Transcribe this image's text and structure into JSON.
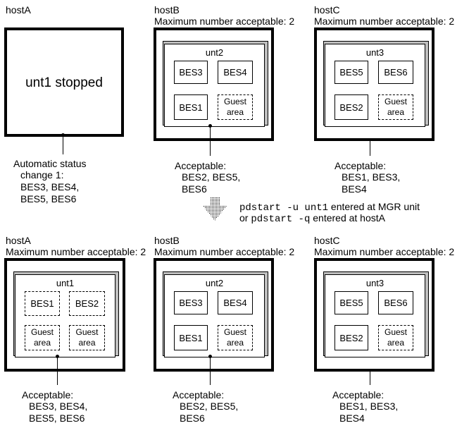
{
  "top": {
    "hostA": {
      "name": "hostA",
      "status_text": "unt1 stopped",
      "note_lines": [
        "Automatic status",
        "change 1:",
        "BES3, BES4,",
        "BES5, BES6"
      ]
    },
    "hostB": {
      "name": "hostB",
      "max_label": "Maximum number acceptable: 2",
      "unit": "unt2",
      "bes": [
        "BES3",
        "BES4",
        "BES1"
      ],
      "guest": [
        "Guest",
        "area"
      ],
      "acceptable_lines": [
        "Acceptable:",
        "BES2, BES5,",
        "BES6"
      ]
    },
    "hostC": {
      "name": "hostC",
      "max_label": "Maximum number acceptable: 2",
      "unit": "unt3",
      "bes": [
        "BES5",
        "BES6",
        "BES2"
      ],
      "guest": [
        "Guest",
        "area"
      ],
      "acceptable_lines": [
        "Acceptable:",
        "BES1, BES3,",
        "BES4"
      ]
    }
  },
  "command": {
    "cmd1": "pdstart -u unt1",
    "text1": " entered at MGR unit",
    "prefix2": "or ",
    "cmd2": "pdstart -q",
    "text2": " entered at hostA"
  },
  "bottom": {
    "hostA": {
      "name": "hostA",
      "max_label": "Maximum number acceptable: 2",
      "unit": "unt1",
      "bes": [
        "BES1",
        "BES2"
      ],
      "guest": [
        "Guest",
        "area"
      ],
      "acceptable_lines": [
        "Acceptable:",
        "BES3, BES4,",
        "BES5, BES6"
      ]
    },
    "hostB": {
      "name": "hostB",
      "max_label": "Maximum number acceptable: 2",
      "unit": "unt2",
      "bes": [
        "BES3",
        "BES4",
        "BES1"
      ],
      "guest": [
        "Guest",
        "area"
      ],
      "acceptable_lines": [
        "Acceptable:",
        "BES2, BES5,",
        "BES6"
      ]
    },
    "hostC": {
      "name": "hostC",
      "max_label": "Maximum number acceptable: 2",
      "unit": "unt3",
      "bes": [
        "BES5",
        "BES6",
        "BES2"
      ],
      "guest": [
        "Guest",
        "area"
      ],
      "acceptable_lines": [
        "Acceptable:",
        "BES1, BES3,",
        "BES4"
      ]
    }
  }
}
